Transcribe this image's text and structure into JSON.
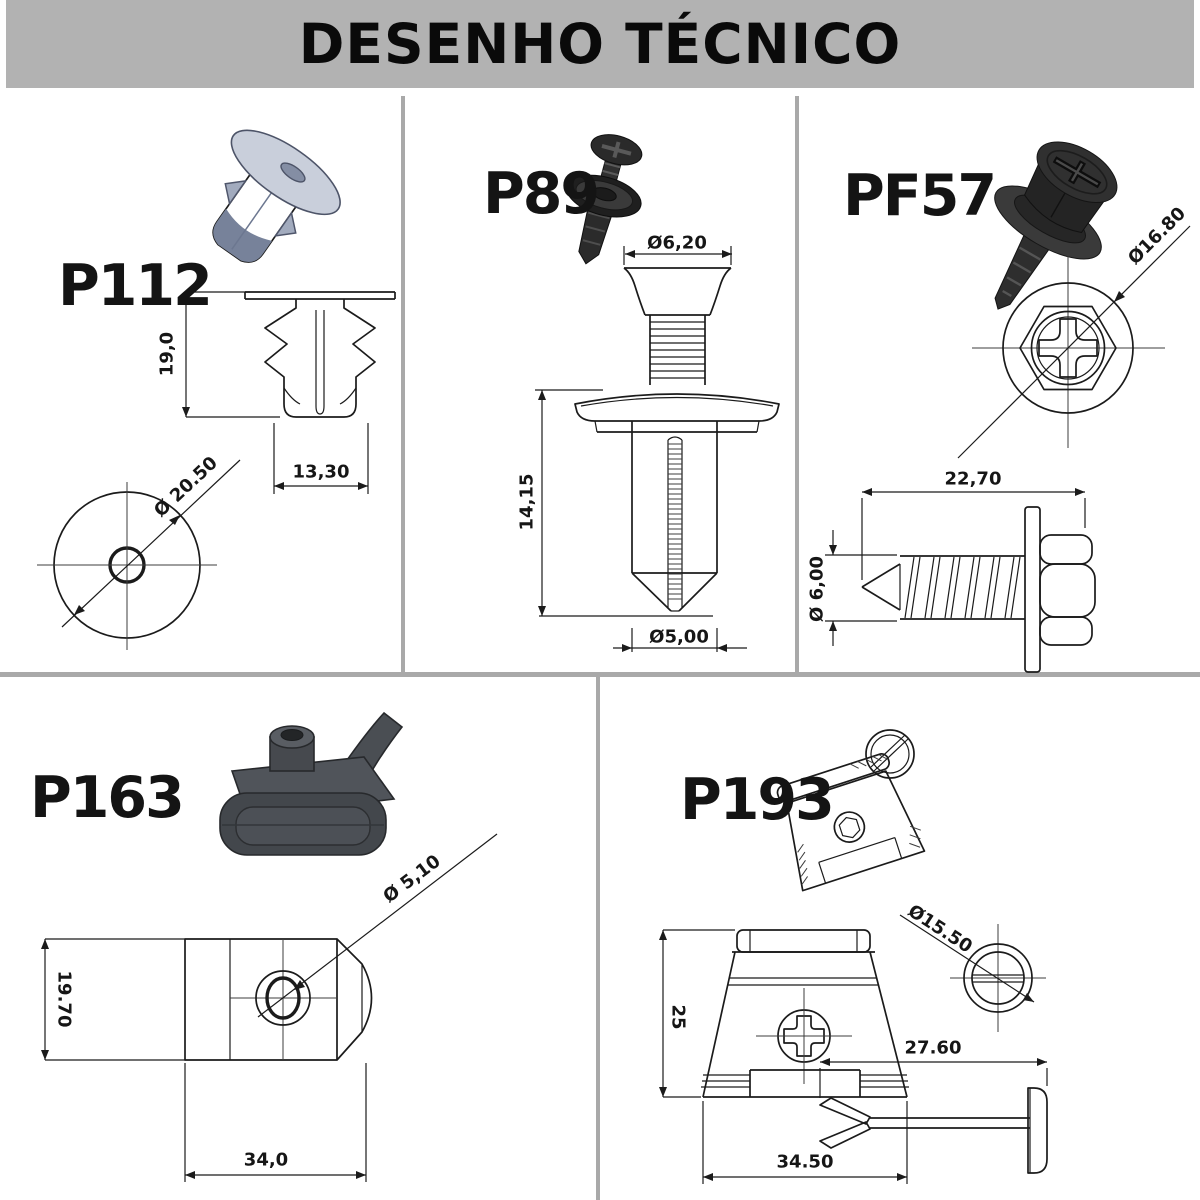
{
  "header": {
    "title": "DESENHO TÉCNICO",
    "bg_color": "#b2b2b2",
    "text_color": "#0a0a0a"
  },
  "parts": {
    "p112": {
      "label": "P112",
      "height": "19,0",
      "width": "13,30",
      "flange_diameter": "Ø 20.50"
    },
    "p89": {
      "label": "P89",
      "head_diameter": "Ø6,20",
      "length": "14,15",
      "shaft_diameter": "Ø5,00"
    },
    "pf57": {
      "label": "PF57",
      "washer_diameter": "Ø16.80",
      "length": "22,70",
      "thread_diameter": "Ø 6,00"
    },
    "p163": {
      "label": "P163",
      "hole_diameter": "Ø 5,10",
      "height": "19.70",
      "width": "34,0"
    },
    "p193": {
      "label": "P193",
      "height": "25",
      "width": "34.50",
      "head_diameter": "Ø15.50",
      "pin_length": "27.60"
    }
  },
  "colors": {
    "divider": "#a9a9a9",
    "line_art": "#1b1b1b",
    "render_dark": "#2a2a2a",
    "render_blue_gray": "#8b95ab"
  }
}
